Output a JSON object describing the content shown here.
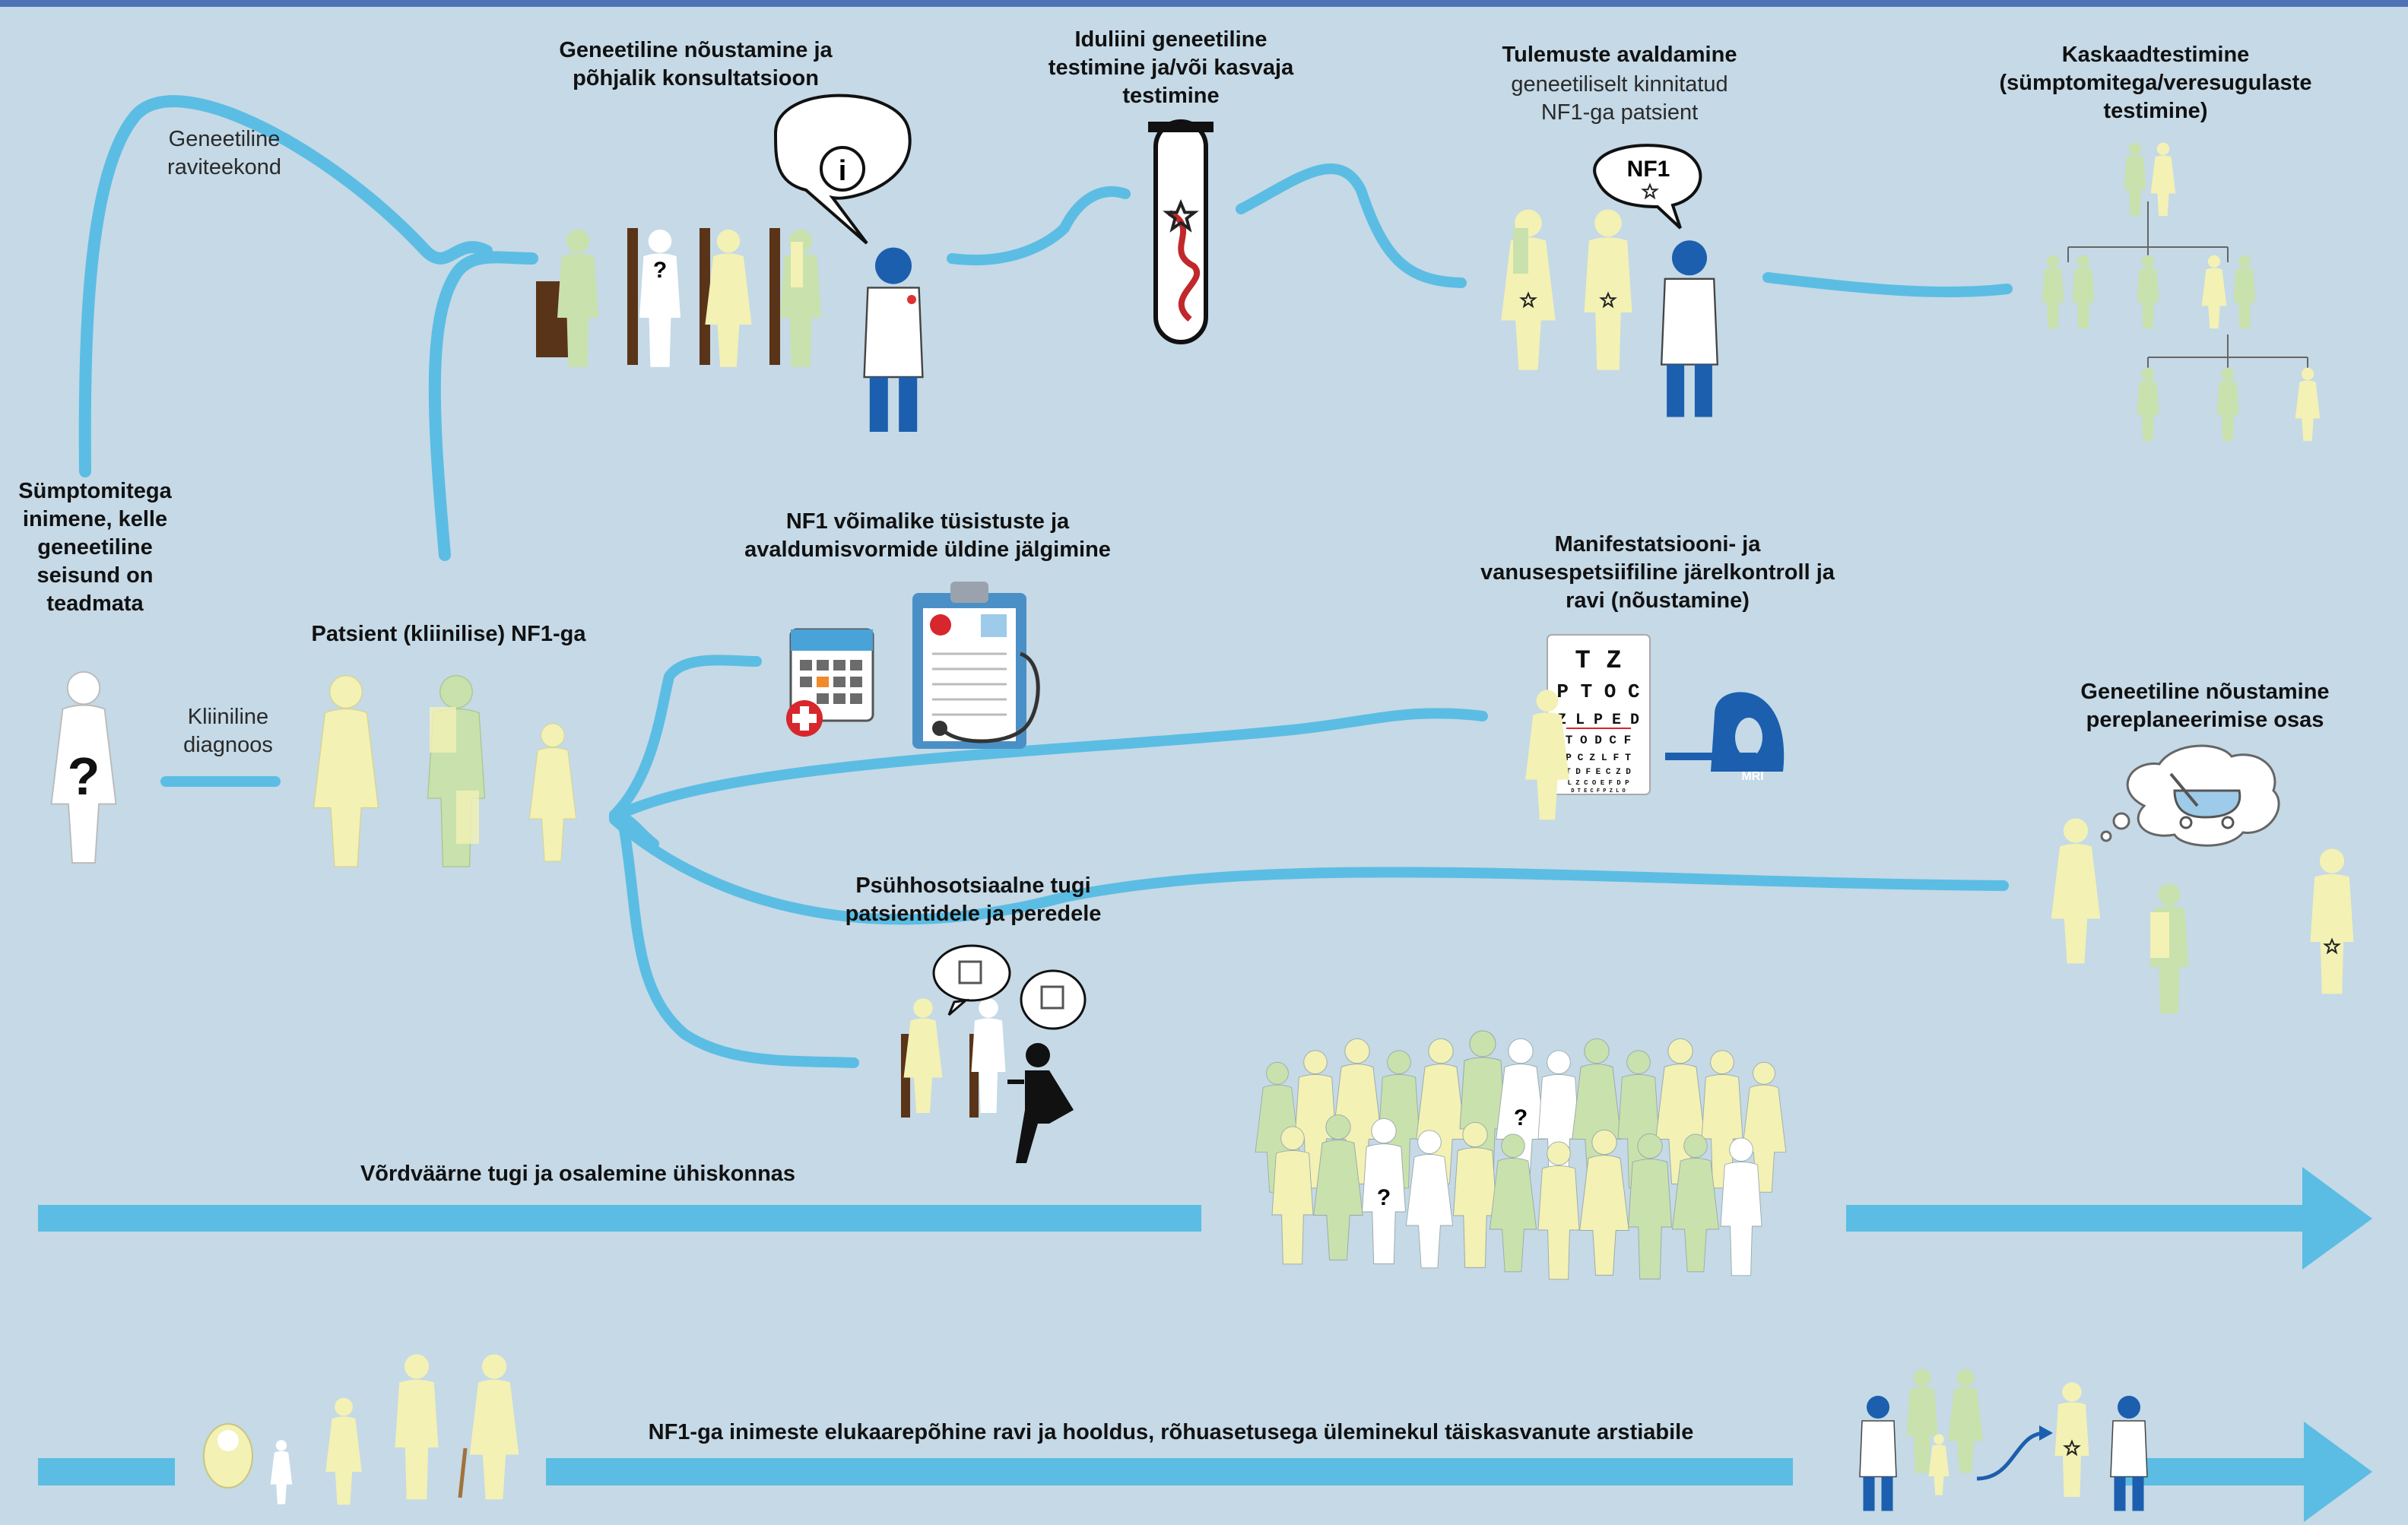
{
  "colors": {
    "background": "#c5d9e6",
    "flow": "#5bbde3",
    "figure_yellow": "#f3f1b4",
    "figure_green": "#c9e1ad",
    "figure_white": "#ffffff",
    "doctor_blue": "#1c5fae",
    "chair_brown": "#5a3418"
  },
  "labels": {
    "symptomatic": [
      "Sümptomitega",
      "inimene, kelle",
      "geneetiline",
      "seisund on",
      "teadmata"
    ],
    "genetic_path": [
      "Geneetiline",
      "raviteekond"
    ],
    "clinical_dx": [
      "Kliiniline",
      "diagnoos"
    ],
    "patient_nf1": "Patsient (kliinilise) NF1-ga",
    "counseling": [
      "Geneetiline nõustamine ja",
      "põhjalik konsultatsioon"
    ],
    "germline": [
      "Iduliini geneetiline",
      "testimine ja/või kasvaja",
      "testimine"
    ],
    "results_title": "Tulemuste avaldamine",
    "results_sub": [
      "geneetiliselt kinnitatud",
      "NF1-ga patsient"
    ],
    "nf1_bubble": "NF1",
    "cascade": [
      "Kaskaadtestimine",
      "(sümptomitega/veresugulaste",
      "testimine)"
    ],
    "monitoring": [
      "NF1 võimalike tüsistuste ja",
      "avaldumisvormide üldine jälgimine"
    ],
    "manifest": [
      "Manifestatsiooni- ja",
      "vanusespetsiifiline järelkontroll ja",
      "ravi (nõustamine)"
    ],
    "family_planning": [
      "Geneetiline nõustamine",
      "pereplaneerimise osas"
    ],
    "psychosocial": [
      "Psühhosotsiaalne tugi",
      "patsientidele ja peredele"
    ],
    "equal_support": "Võrdväärne tugi ja osalemine ühiskonnas",
    "lifecycle": "NF1-ga inimeste elukaarepõhine ravi ja hooldus, rõhuasetusega üleminekul täiskasvanute arstiabile",
    "mri": "MRI",
    "question_mark": "?",
    "info_mark": "i"
  },
  "eye_chart": {
    "rows": [
      "T Z",
      "P T O C",
      "Z L P E D",
      "T O D C F",
      "P C Z L F T",
      "T D F E C Z D",
      "L Z C O E F D P",
      "D T E C F P Z L O"
    ]
  },
  "icons": [
    "question-figure-icon",
    "doctor-icon",
    "test-tube-icon",
    "dna-icon",
    "info-bubble-icon",
    "calendar-icon",
    "clipboard-icon",
    "stethoscope-icon",
    "medical-cross-icon",
    "eye-chart-icon",
    "mri-scanner-icon",
    "puzzle-bubble-icon",
    "stroller-thought-icon",
    "baby-icon",
    "arrow-right-icon",
    "star-icon"
  ]
}
